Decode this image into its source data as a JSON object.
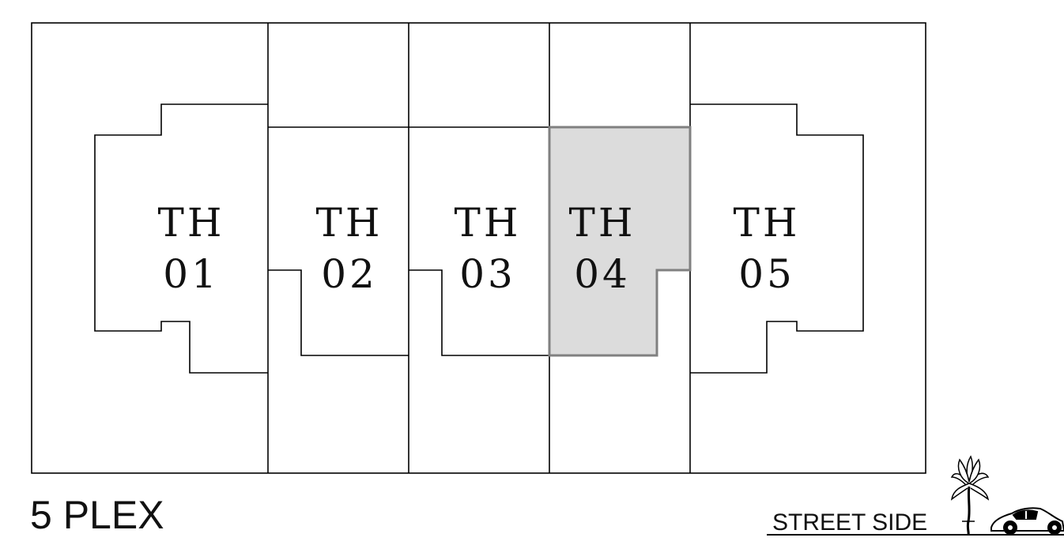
{
  "plan": {
    "title": "5 PLEX",
    "street_label": "STREET SIDE",
    "highlight_color": "#dcdcdc",
    "highlight_stroke": "#808080",
    "units": [
      {
        "line1": "TH",
        "line2": "01",
        "highlighted": false
      },
      {
        "line1": "TH",
        "line2": "02",
        "highlighted": false
      },
      {
        "line1": "TH",
        "line2": "03",
        "highlighted": false
      },
      {
        "line1": "TH",
        "line2": "04",
        "highlighted": true
      },
      {
        "line1": "TH",
        "line2": "05",
        "highlighted": false
      }
    ]
  }
}
